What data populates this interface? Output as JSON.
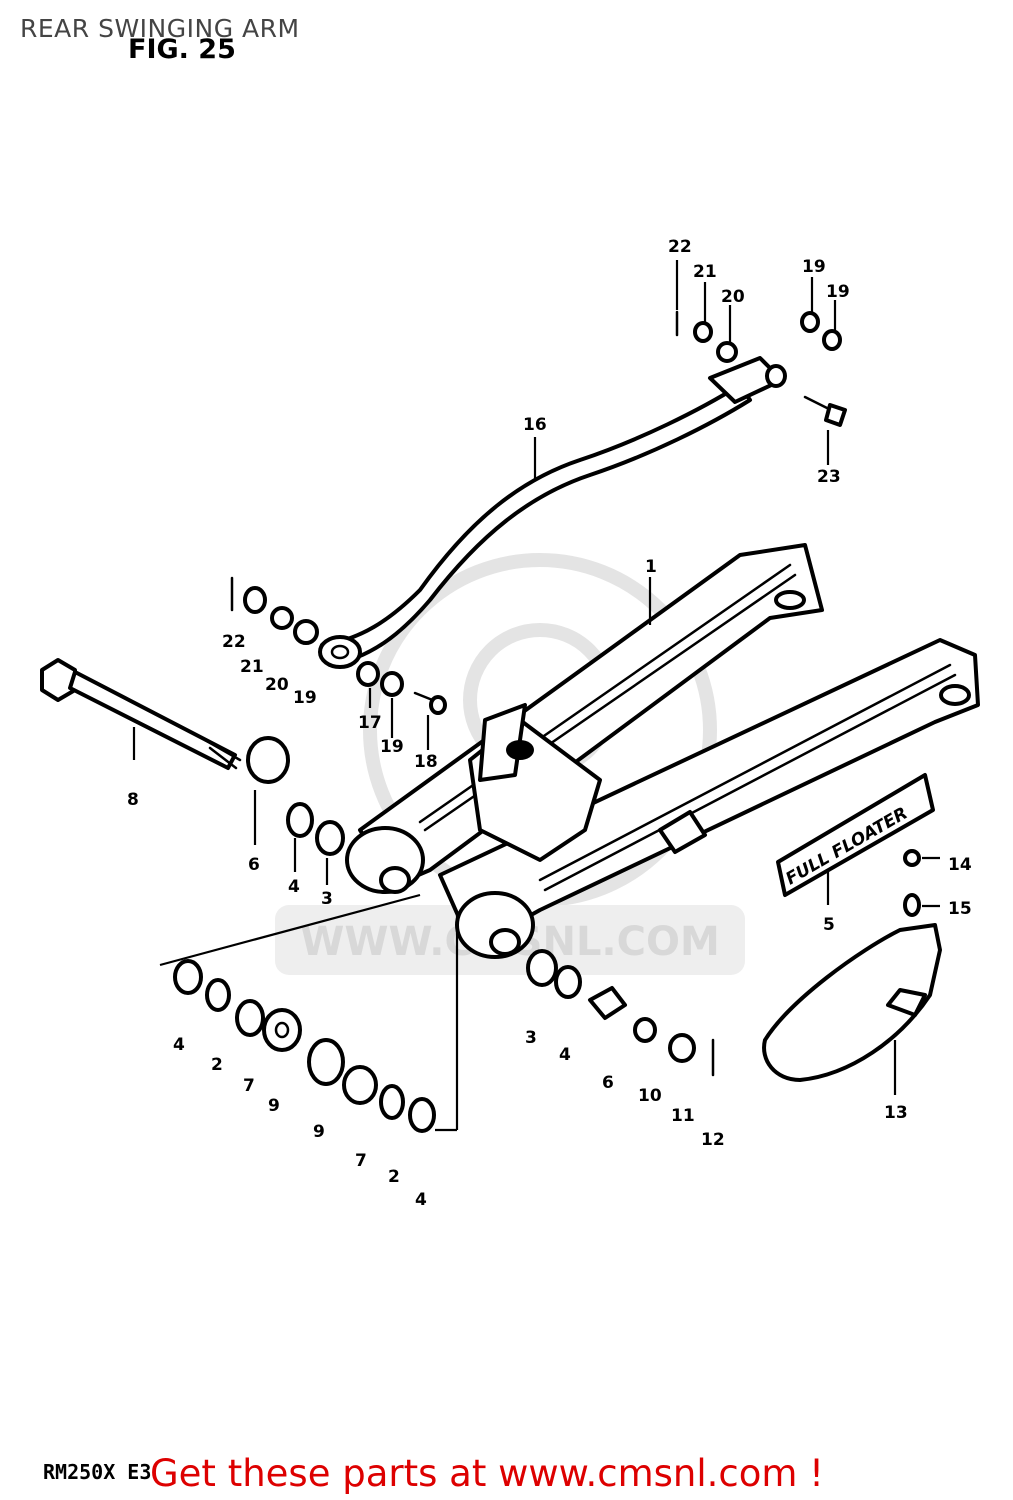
{
  "header": {
    "title": "REAR SWINGING ARM",
    "figure": "FIG. 25"
  },
  "diagram": {
    "watermark_text": "WWW.CMSNL.COM",
    "decal_text": "FULL FLOATER",
    "callouts": [
      {
        "id": "c1",
        "label": "1"
      },
      {
        "id": "c2a",
        "label": "2"
      },
      {
        "id": "c2b",
        "label": "2"
      },
      {
        "id": "c3a",
        "label": "3"
      },
      {
        "id": "c3b",
        "label": "3"
      },
      {
        "id": "c4a",
        "label": "4"
      },
      {
        "id": "c4b",
        "label": "4"
      },
      {
        "id": "c4c",
        "label": "4"
      },
      {
        "id": "c4d",
        "label": "4"
      },
      {
        "id": "c5",
        "label": "5"
      },
      {
        "id": "c6a",
        "label": "6"
      },
      {
        "id": "c6b",
        "label": "6"
      },
      {
        "id": "c7a",
        "label": "7"
      },
      {
        "id": "c7b",
        "label": "7"
      },
      {
        "id": "c8",
        "label": "8"
      },
      {
        "id": "c9a",
        "label": "9"
      },
      {
        "id": "c9b",
        "label": "9"
      },
      {
        "id": "c10",
        "label": "10"
      },
      {
        "id": "c11",
        "label": "11"
      },
      {
        "id": "c12",
        "label": "12"
      },
      {
        "id": "c13",
        "label": "13"
      },
      {
        "id": "c14",
        "label": "14"
      },
      {
        "id": "c15",
        "label": "15"
      },
      {
        "id": "c16",
        "label": "16"
      },
      {
        "id": "c17",
        "label": "17"
      },
      {
        "id": "c18",
        "label": "18"
      },
      {
        "id": "c19a",
        "label": "19"
      },
      {
        "id": "c19b",
        "label": "19"
      },
      {
        "id": "c19c",
        "label": "19"
      },
      {
        "id": "c19d",
        "label": "19"
      },
      {
        "id": "c20a",
        "label": "20"
      },
      {
        "id": "c20b",
        "label": "20"
      },
      {
        "id": "c21a",
        "label": "21"
      },
      {
        "id": "c21b",
        "label": "21"
      },
      {
        "id": "c22a",
        "label": "22"
      },
      {
        "id": "c22b",
        "label": "22"
      },
      {
        "id": "c23",
        "label": "23"
      }
    ]
  },
  "footer": {
    "model": "RM250X E3",
    "cta": "Get these parts at www.cmsnl.com !"
  },
  "colors": {
    "cta": "#dd0000",
    "title": "#444444",
    "watermark": "#e4e4e4"
  }
}
